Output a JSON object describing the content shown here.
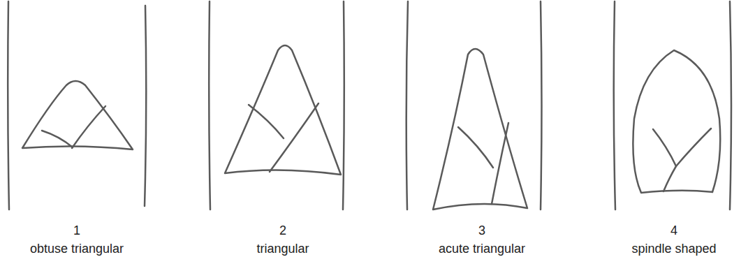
{
  "diagram": {
    "labels": [
      "1",
      "obtuse triangular",
      "2",
      "triangular",
      "3",
      "acute triangular",
      "4",
      "spindle shaped"
    ]
  }
}
